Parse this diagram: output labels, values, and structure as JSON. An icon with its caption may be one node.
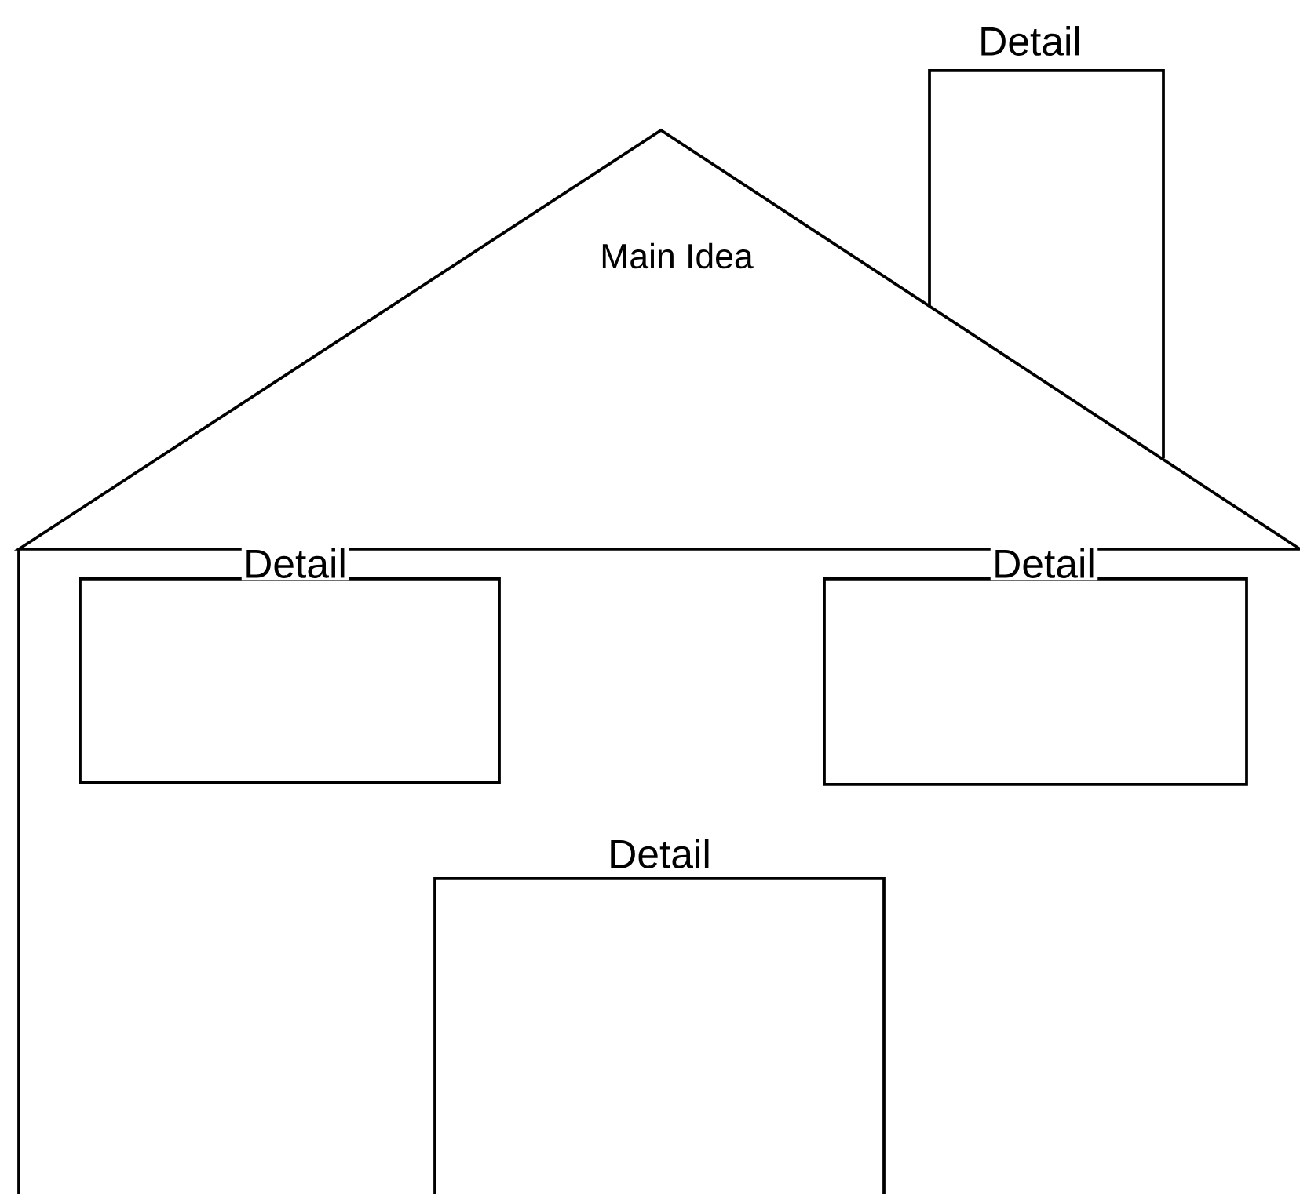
{
  "diagram": {
    "nodes": [
      {
        "text": [
          "Main Idea"
        ]
      },
      {
        "text": [
          "Detail"
        ]
      },
      {
        "text": [
          "Detail"
        ]
      },
      {
        "text": [
          "Detail"
        ]
      },
      {
        "text": [
          "Detail"
        ]
      }
    ]
  }
}
